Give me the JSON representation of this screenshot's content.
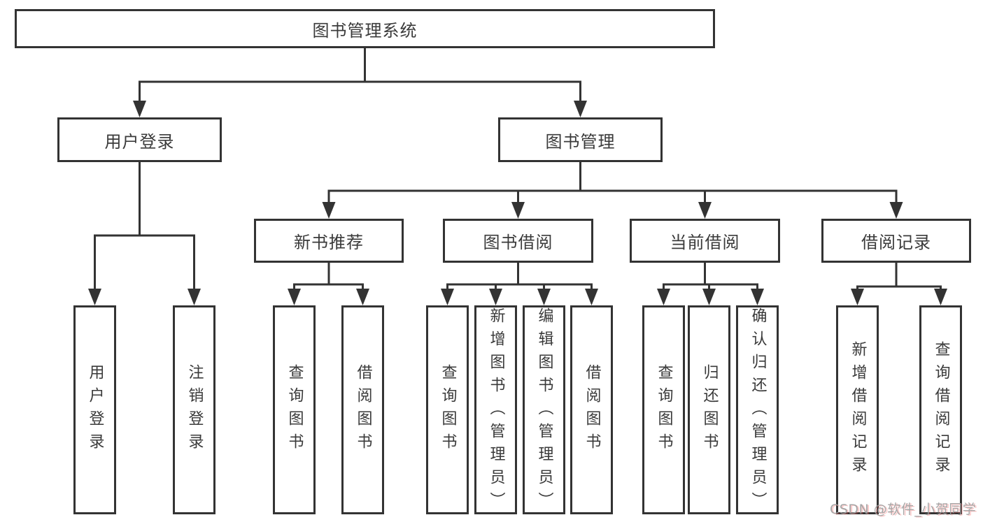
{
  "diagram": {
    "root_label": "图书管理系统",
    "level2": [
      "用户登录",
      "图书管理"
    ],
    "level3": [
      "新书推荐",
      "图书借阅",
      "当前借阅",
      "借阅记录"
    ],
    "leaves_user_login": [
      "用户登录",
      "注销登录"
    ],
    "leaves_new_book": [
      "查询图书",
      "借阅图书"
    ],
    "leaves_book_borrow": [
      "查询图书",
      "新增图书（管理员）",
      "编辑图书（管理员）",
      "借阅图书"
    ],
    "leaves_current_borrow": [
      "查询图书",
      "归还图书",
      "确认归还（管理员）"
    ],
    "leaves_borrow_records": [
      "新增借阅记录",
      "查询借阅记录"
    ]
  },
  "watermark": {
    "text": "CSDN @软件_小贺同学"
  },
  "colors": {
    "line": "#333333",
    "box_border": "#333333",
    "text": "#3a3a3a",
    "watermark_gray": "#a0a0a0",
    "watermark_accent": "#fa5a5a",
    "background": "#ffffff"
  }
}
